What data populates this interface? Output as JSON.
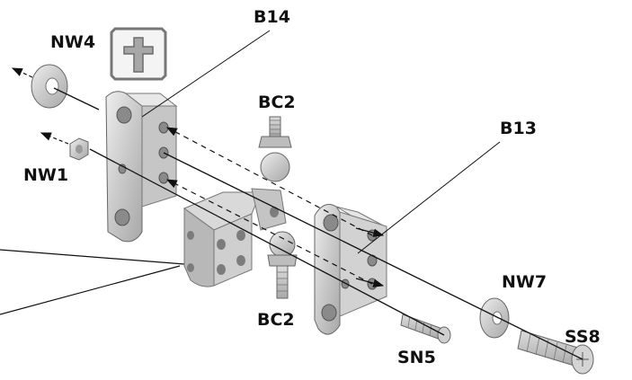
{
  "labels": {
    "nw4": "NW4",
    "b14": "B14",
    "bc2_top": "BC2",
    "b13": "B13",
    "nw1": "NW1",
    "nw7": "NW7",
    "ss8": "SS8",
    "bc2_bottom": "BC2",
    "sn5": "SN5"
  },
  "icons": {
    "badge": "dagger-cross-icon"
  },
  "colors": {
    "part_light": "#e4e4e4",
    "part_mid": "#c8c8c8",
    "part_dark": "#9e9e9e",
    "outline": "#5a5a5a",
    "line": "#111111"
  }
}
